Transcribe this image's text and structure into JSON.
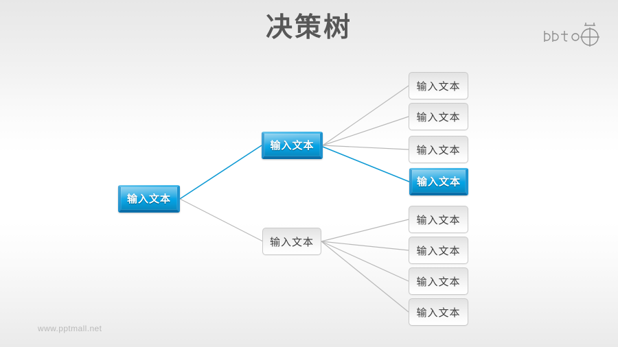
{
  "slide": {
    "title": "决策树",
    "footer_url": "www.pptmall.net",
    "background_top_color": "#e7e7e7",
    "background_mid_color": "#ffffff",
    "title_color": "#575757",
    "accent_color": "#02a5e8",
    "connector_accent_color": "#0f9ad4",
    "connector_default_color": "#b8b8b8"
  },
  "logo": {
    "wordmark": "PPT",
    "mark_name": "pptmall-circle-cross-mark",
    "color": "#8c8c8c"
  },
  "tree": {
    "root": {
      "label": "输入文本",
      "style": "blue"
    },
    "branches": [
      {
        "label": "输入文本",
        "style": "blue",
        "edge_style": "accent",
        "children": [
          {
            "label": "输入文本",
            "style": "grey",
            "edge_style": "default"
          },
          {
            "label": "输入文本",
            "style": "grey",
            "edge_style": "default"
          },
          {
            "label": "输入文本",
            "style": "grey",
            "edge_style": "default"
          },
          {
            "label": "输入文本",
            "style": "blue",
            "edge_style": "accent"
          }
        ]
      },
      {
        "label": "输入文本",
        "style": "grey",
        "edge_style": "default",
        "children": [
          {
            "label": "输入文本",
            "style": "grey",
            "edge_style": "default"
          },
          {
            "label": "输入文本",
            "style": "grey",
            "edge_style": "default"
          },
          {
            "label": "输入文本",
            "style": "grey",
            "edge_style": "default"
          },
          {
            "label": "输入文本",
            "style": "grey",
            "edge_style": "default"
          }
        ]
      }
    ]
  }
}
